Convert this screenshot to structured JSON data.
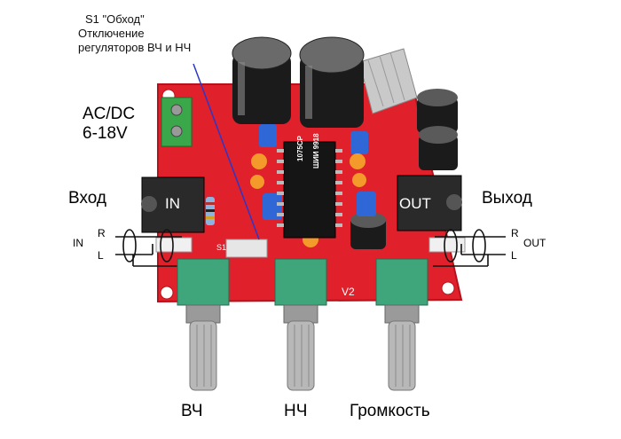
{
  "annotation": {
    "s1_title": "S1 \"Обход\"",
    "s1_line2": "Отключение",
    "s1_line3": "регуляторов ВЧ и НЧ"
  },
  "power": {
    "line1": "AC/DC",
    "line2": "6-18V"
  },
  "input": {
    "title": "Вход",
    "side_label": "IN",
    "r": "R",
    "l": "L",
    "jack_label": "IN"
  },
  "output": {
    "title": "Выход",
    "side_label": "OUT",
    "r": "R",
    "l": "L",
    "jack_label": "OUT"
  },
  "knobs": {
    "treble": "ВЧ",
    "bass": "НЧ",
    "volume": "Громкость"
  },
  "board": {
    "chip_text": "1075CP",
    "chip_text2": "ШИИ 9918",
    "version": "V2",
    "silk_s1": "S1"
  },
  "colors": {
    "pcb": "#e0202a",
    "knob_green": "#3fa57a",
    "wire_blue": "#2a37c8"
  }
}
